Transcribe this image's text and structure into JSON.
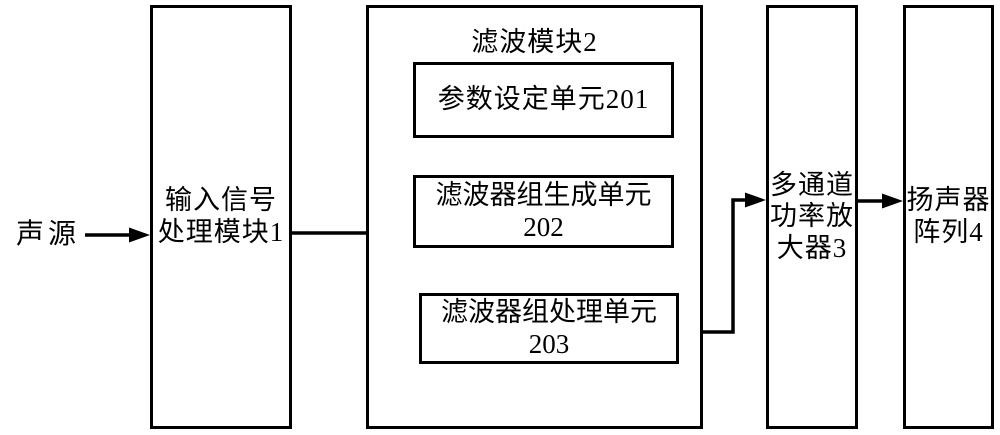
{
  "diagram": {
    "source_label": "声源",
    "boxes": {
      "input_module": {
        "label": "输入信号\n处理模块1"
      },
      "filter_module": {
        "title": "滤波模块2"
      },
      "param_unit": {
        "label": "参数设定单元201"
      },
      "filterbank_gen_unit": {
        "label": "滤波器组生成单元202"
      },
      "filterbank_proc_unit": {
        "label": "滤波器组处理单元203"
      },
      "amplifier": {
        "label": "多通道\n功率放\n大器3"
      },
      "speaker_array": {
        "label": "扬声器\n阵列4"
      }
    },
    "colors": {
      "line": "#000000",
      "background": "#ffffff"
    }
  }
}
